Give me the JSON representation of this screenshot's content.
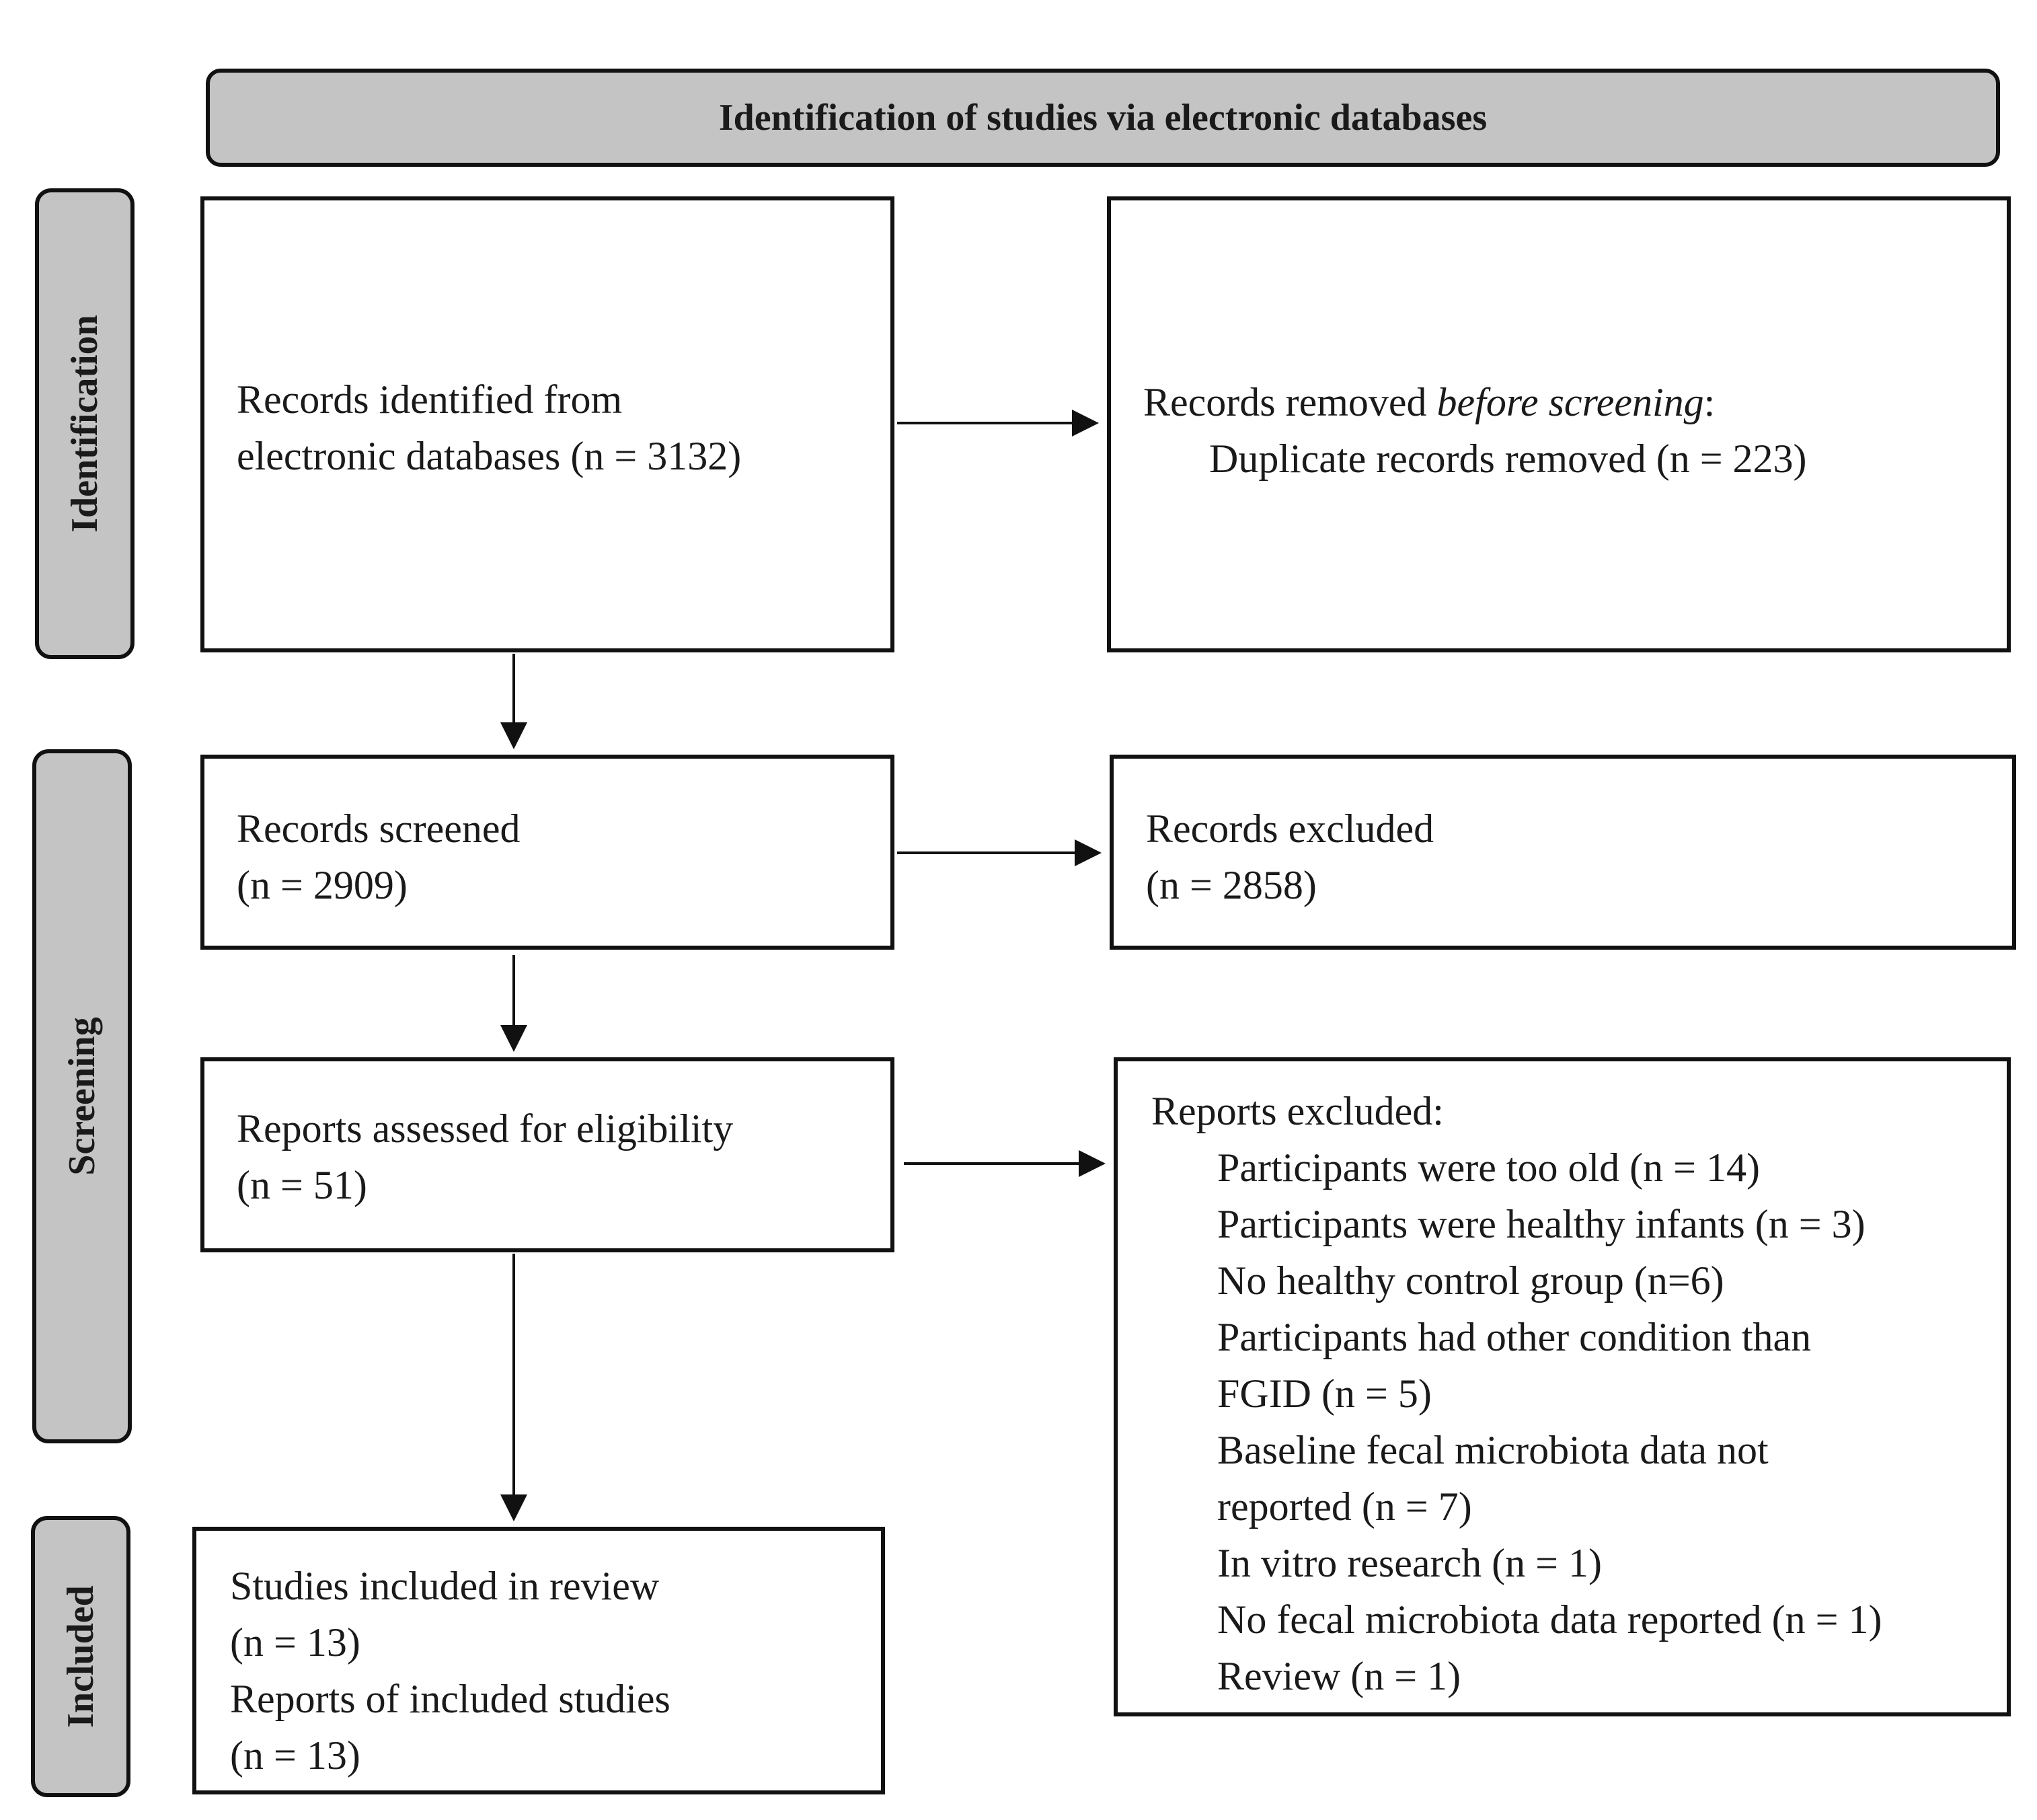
{
  "header": {
    "title": "Identification of studies via electronic databases"
  },
  "phases": {
    "identification": "Identification",
    "screening": "Screening",
    "included": "Included"
  },
  "boxes": {
    "records_identified": {
      "line1": "Records identified from",
      "line2": "electronic databases (n = 3132)"
    },
    "records_removed": {
      "line1_prefix": "Records removed ",
      "line1_italic": "before screening",
      "line1_suffix": ":",
      "line2": "Duplicate records removed  (n = 223)"
    },
    "records_screened": {
      "line1": "Records screened",
      "line2": "(n = 2909)"
    },
    "records_excluded": {
      "line1": "Records excluded",
      "line2": "(n = 2858)"
    },
    "reports_assessed": {
      "line1": "Reports assessed for eligibility",
      "line2": "(n = 51)"
    },
    "reports_excluded": {
      "title": "Reports excluded:",
      "items": [
        "Participants were too old (n = 14)",
        "Participants were healthy infants (n = 3)",
        "No healthy control group (n=6)",
        "Participants had other condition than",
        "FGID (n = 5)",
        "Baseline fecal microbiota data not",
        "reported (n = 7)",
        "In vitro research (n = 1)",
        "No fecal microbiota data reported (n = 1)",
        "Review (n = 1)"
      ]
    },
    "included": {
      "line1": "Studies included in review",
      "line2": "(n = 13)",
      "line3": "Reports of included studies",
      "line4": "(n = 13)"
    }
  }
}
